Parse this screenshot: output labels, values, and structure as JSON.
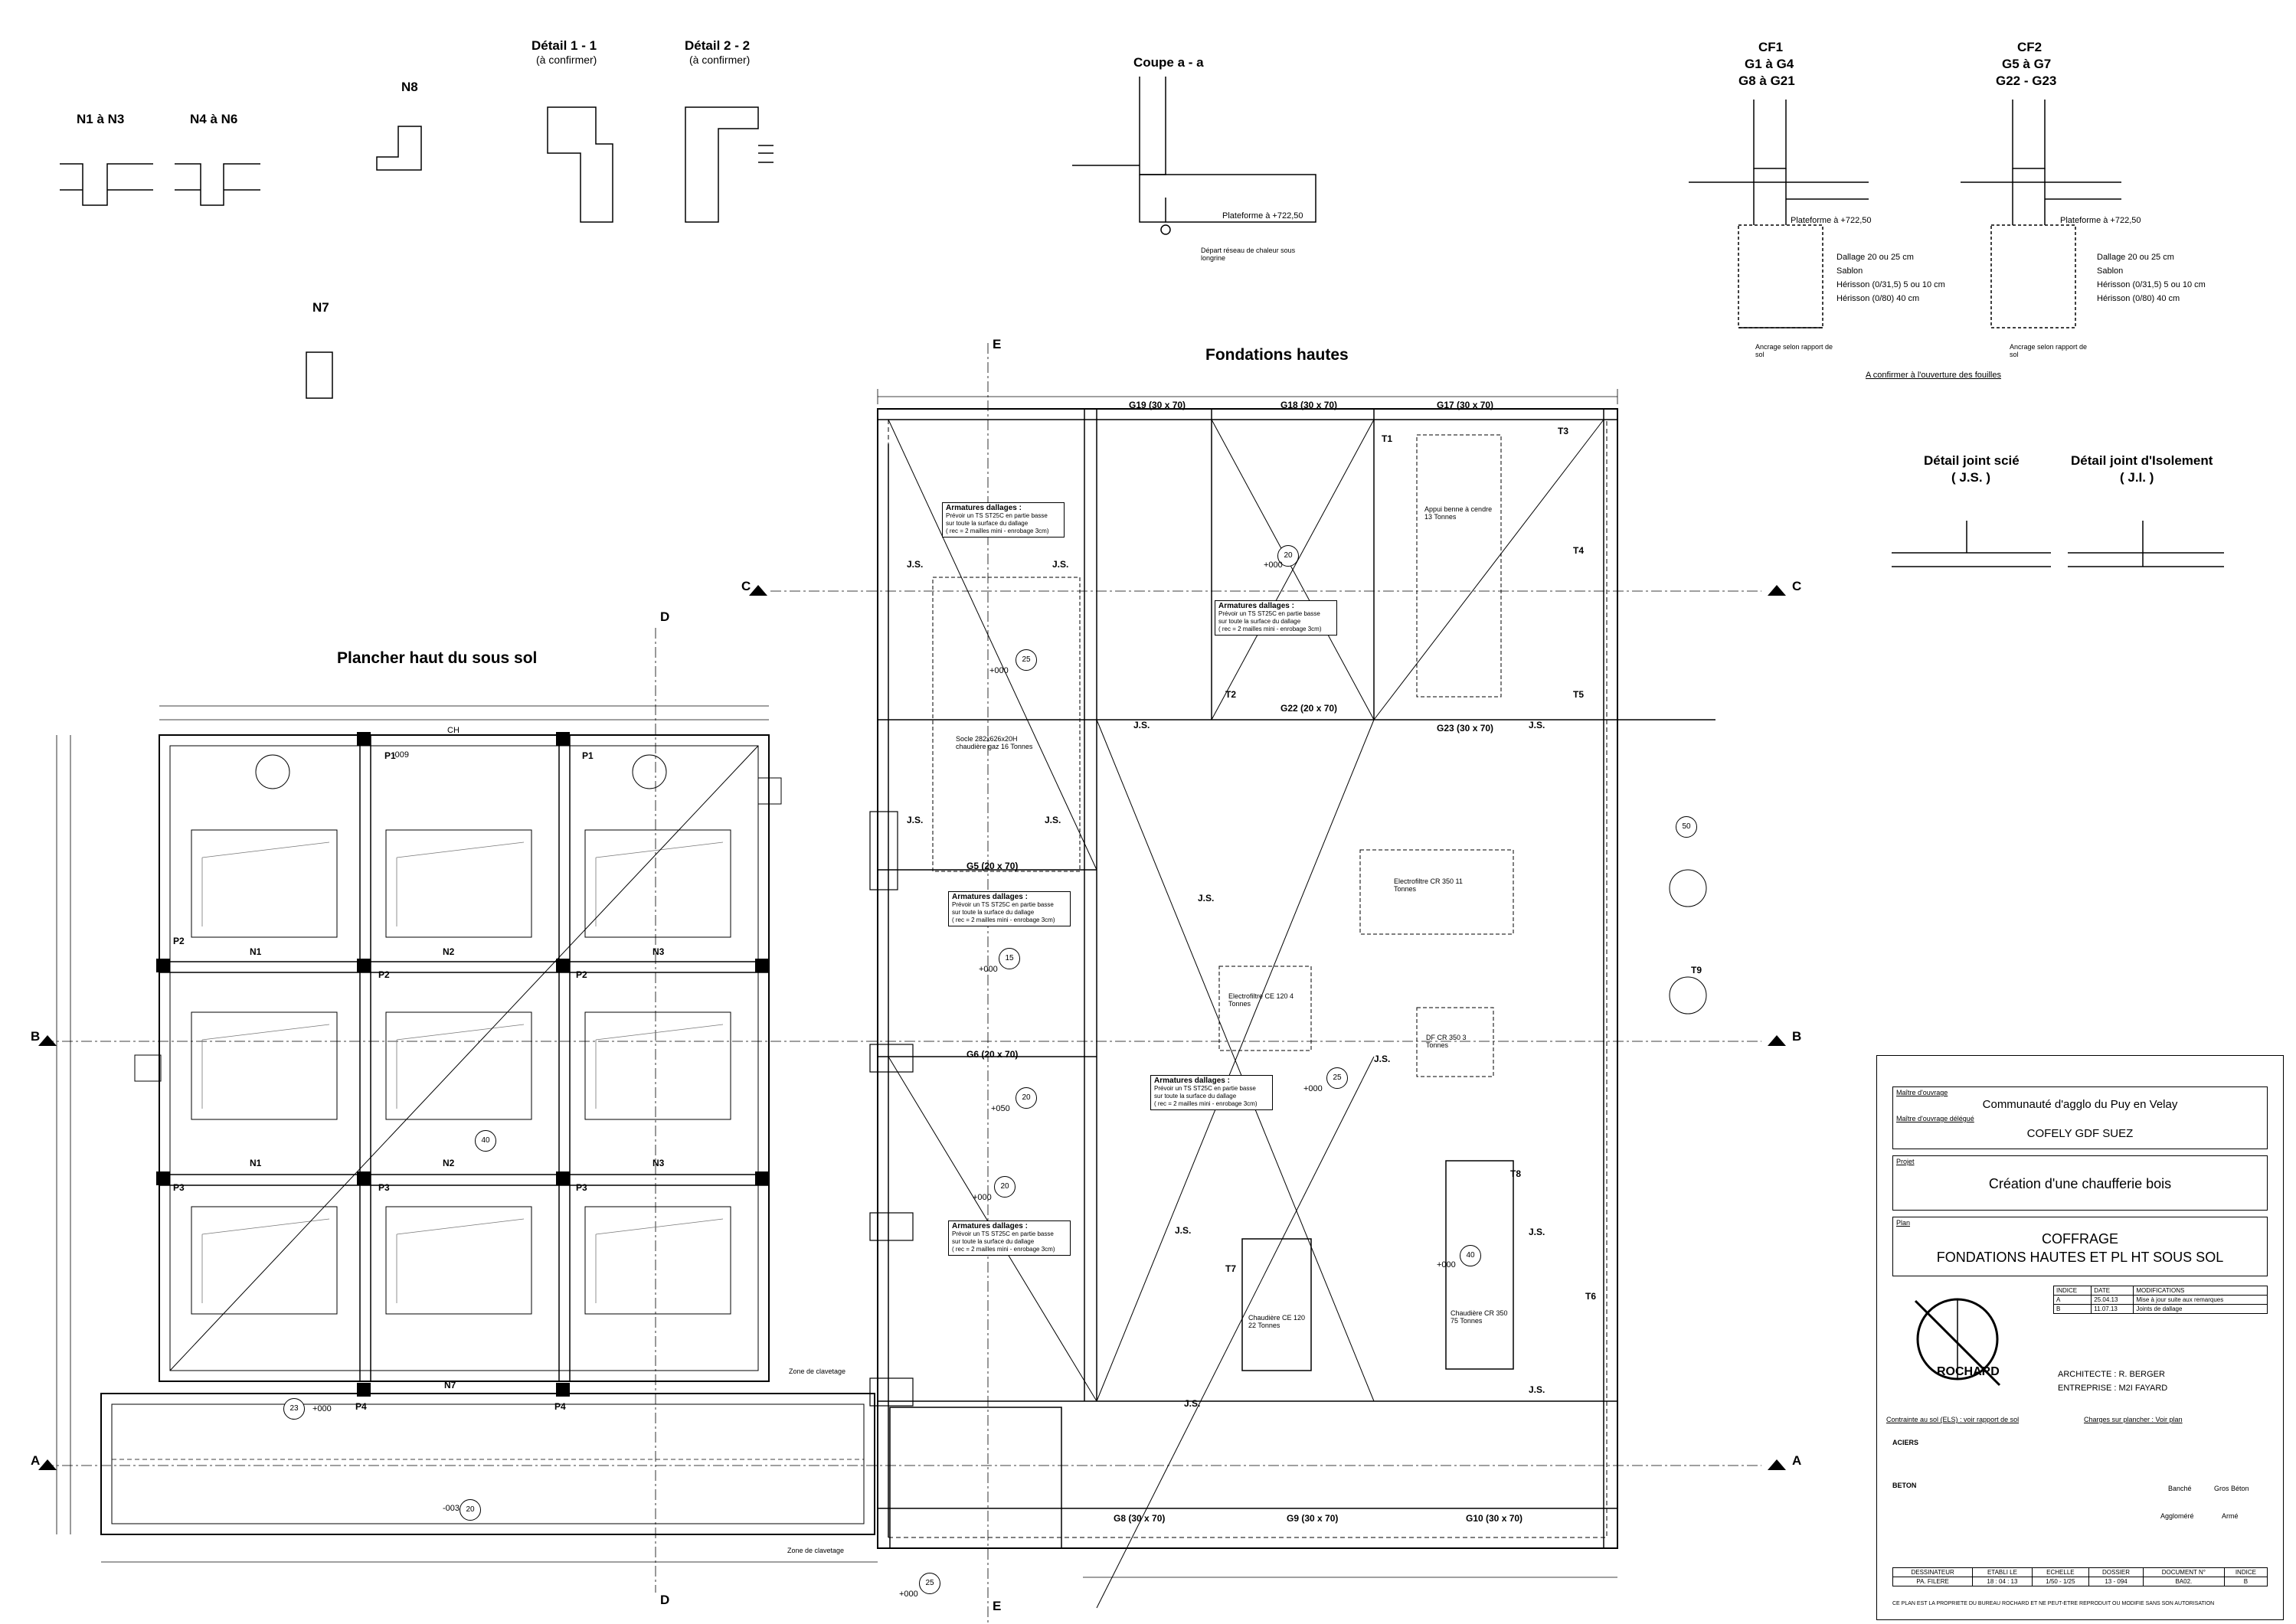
{
  "headings": {
    "fondations_hautes": "Fondations hautes",
    "plancher_haut": "Plancher haut du sous sol"
  },
  "details": {
    "n1_n3": "N1 à N3",
    "n4_n6": "N4 à N6",
    "n7": "N7",
    "n8": "N8",
    "detail11": "Détail  1 - 1",
    "detail11_sub": "(à confirmer)",
    "detail22": "Détail  2 - 2",
    "detail22_sub": "(à confirmer)",
    "coupe": "Coupe a - a",
    "coupe_plateforme": "Plateforme à +722,50",
    "coupe_note": "Départ réseau de chaleur sous longrine",
    "cf1_title": "CF1",
    "cf1_sub1": "G1 à G4",
    "cf1_sub2": "G8 à G21",
    "cf2_title": "CF2",
    "cf2_sub1": "G5 à G7",
    "cf2_sub2": "G22 - G23",
    "cf_plateforme": "Plateforme à +722,50",
    "cf_dallage": "Dallage 20 ou 25 cm",
    "cf_sablon": "Sablon",
    "cf_herisson1": "Hérisson (0/31,5) 5 ou 10 cm",
    "cf_herisson2": "Hérisson (0/80) 40 cm",
    "cf_ancrage": "Ancrage selon rapport de sol",
    "cf_confirm": "A confirmer à l'ouverture des fouilles",
    "joint_scie": "Détail joint scié",
    "joint_scie_sub": "( J.S. )",
    "joint_iso": "Détail joint d'Isolement",
    "joint_iso_sub": "( J.I. )"
  },
  "sections": {
    "a": "A",
    "b": "B",
    "c": "C",
    "d": "D",
    "e": "E"
  },
  "plan_labels": {
    "js": "J.S.",
    "g19": "G19 (30 x 70)",
    "g18": "G18 (30 x 70)",
    "g17": "G17 (30 x 70)",
    "g5": "G5 (20 x 70)",
    "g6": "G6 (20 x 70)",
    "g22": "G22 (20 x 70)",
    "g23": "G23 (30 x 70)",
    "g8": "G8 (30 x 70)",
    "g9": "G9 (30 x 70)",
    "g10": "G10 (30 x 70)",
    "t1": "T1",
    "t2": "T2",
    "t3": "T3",
    "t4": "T4",
    "t5": "T5",
    "t6": "T6",
    "t7": "T7",
    "t8": "T8",
    "t9": "T9",
    "n1": "N1",
    "n2": "N2",
    "n3": "N3",
    "n7": "N7",
    "p1": "P1",
    "p2": "P2",
    "p3": "P3",
    "p4": "P4",
    "ch": "CH",
    "zone_clavetage": "Zone de clavetage",
    "appui_benne": "Appui benne à cendre 13 Tonnes",
    "electrofiltre": "Electrofiltre CR 350 11 Tonnes",
    "electrofiltre2": "Electrofiltre CE 120 4 Tonnes",
    "df": "DF CR 350 3 Tonnes",
    "chaudiere1": "Chaudière CE 120 22 Tonnes",
    "chaudiere2": "Chaudière CR 350 75 Tonnes",
    "socle_gaz": "Socle 282x626x20H chaudière gaz 16 Tonnes"
  },
  "armatures": {
    "title": "Armatures dallages :",
    "text1": "Prévoir un TS ST25C en partie basse",
    "text2": "sur toute la surface du dallage",
    "text3": "( rec = 2 mailles mini - enrobage 3cm)"
  },
  "badges": {
    "b25": "25",
    "b20": "20",
    "b15": "15",
    "b40": "40",
    "b50": "50",
    "b23": "23",
    "p000": "+000",
    "p050": "+050",
    "m003": "-003",
    "m009": "-009"
  },
  "title_block": {
    "maitre_ouvrage_label": "Maître d'ouvrage",
    "maitre_ouvrage": "Communauté d'agglo du Puy en Velay",
    "maitre_delegue_label": "Maître d'ouvrage délégué",
    "maitre_delegue": "COFELY GDF SUEZ",
    "projet_label": "Projet",
    "projet": "Création d'une chaufferie bois",
    "plan_label": "Plan",
    "plan1": "COFFRAGE",
    "plan2": "FONDATIONS HAUTES ET PL HT SOUS SOL",
    "indice_h": "INDICE",
    "date_h": "DATE",
    "modif_h": "MODIFICATIONS",
    "rows": [
      {
        "indice": "A",
        "date": "25.04.13",
        "modif": "Mise à jour suite aux remarques"
      },
      {
        "indice": "B",
        "date": "11.07.13",
        "modif": "Joints de dallage"
      }
    ],
    "company": "ROCHARD",
    "architecte": "ARCHITECTE : R. BERGER",
    "entreprise": "ENTREPRISE : M2I  FAYARD",
    "contraintes": "Contrainte au sol (ELS) : voir rapport de sol",
    "charges": "Charges sur plancher : Voir plan",
    "aciers": "ACIERS",
    "beton": "BETON",
    "banche": "Banché",
    "gros_beton": "Gros Béton",
    "agglomere": "Aggloméré",
    "arme": "Armé",
    "foot_h": [
      "DESSINATEUR",
      "ETABLI LE",
      "ECHELLE",
      "DOSSIER",
      "DOCUMENT N°",
      "INDICE"
    ],
    "foot_v": [
      "PA. FILERE",
      "18 : 04 : 13",
      "1/50 - 1/25",
      "13 - 094",
      "BA02.",
      "B"
    ],
    "disclaimer": "CE PLAN EST LA PROPRIETE DU BUREAU ROCHARD ET NE PEUT-ETRE REPRODUIT OU MODIFIE SANS SON AUTORISATION"
  }
}
